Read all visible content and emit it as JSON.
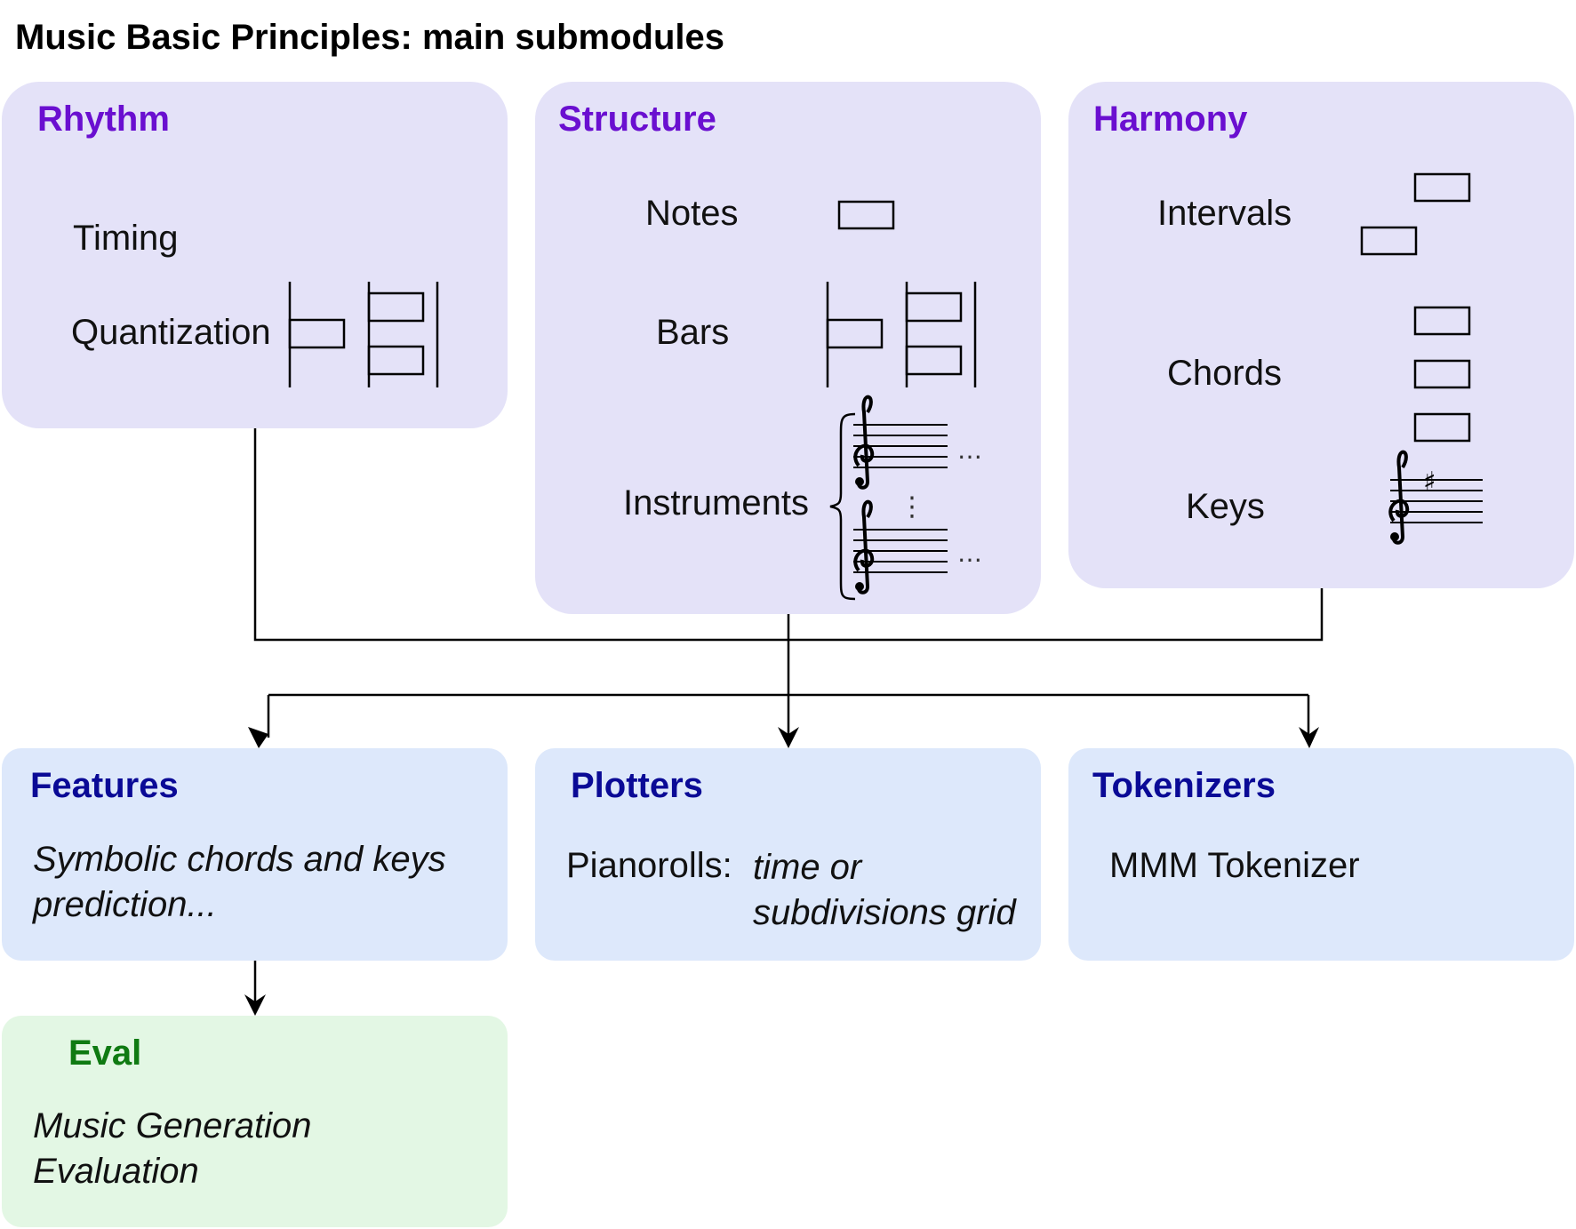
{
  "title": "Music Basic Principles: main submodules",
  "modules": {
    "rhythm": {
      "title": "Rhythm",
      "items": [
        "Timing",
        "Quantization"
      ]
    },
    "structure": {
      "title": "Structure",
      "items": [
        "Notes",
        "Bars",
        "Instruments"
      ]
    },
    "harmony": {
      "title": "Harmony",
      "items": [
        "Intervals",
        "Chords",
        "Keys"
      ]
    },
    "features": {
      "title": "Features",
      "description_lines": [
        "Symbolic chords and keys",
        "prediction..."
      ]
    },
    "plotters": {
      "title": "Plotters",
      "label": "Pianorolls:",
      "description_lines": [
        "time or",
        "subdivisions grid"
      ]
    },
    "tokenizers": {
      "title": "Tokenizers",
      "label": "MMM Tokenizer"
    },
    "eval": {
      "title": "Eval",
      "description_lines": [
        "Music Generation",
        "Evaluation"
      ]
    }
  },
  "symbols": {
    "ellipsis": "…",
    "vertical_ellipsis": "⋮",
    "sharp": "♯",
    "treble_clef": "𝄞"
  },
  "colors": {
    "upper_box": "#e4e2f8",
    "upper_title": "#6a0fd0",
    "lower_box": "#dde8fb",
    "lower_title": "#0a0a96",
    "eval_box": "#e3f7e4",
    "eval_title": "#0f7a12"
  }
}
